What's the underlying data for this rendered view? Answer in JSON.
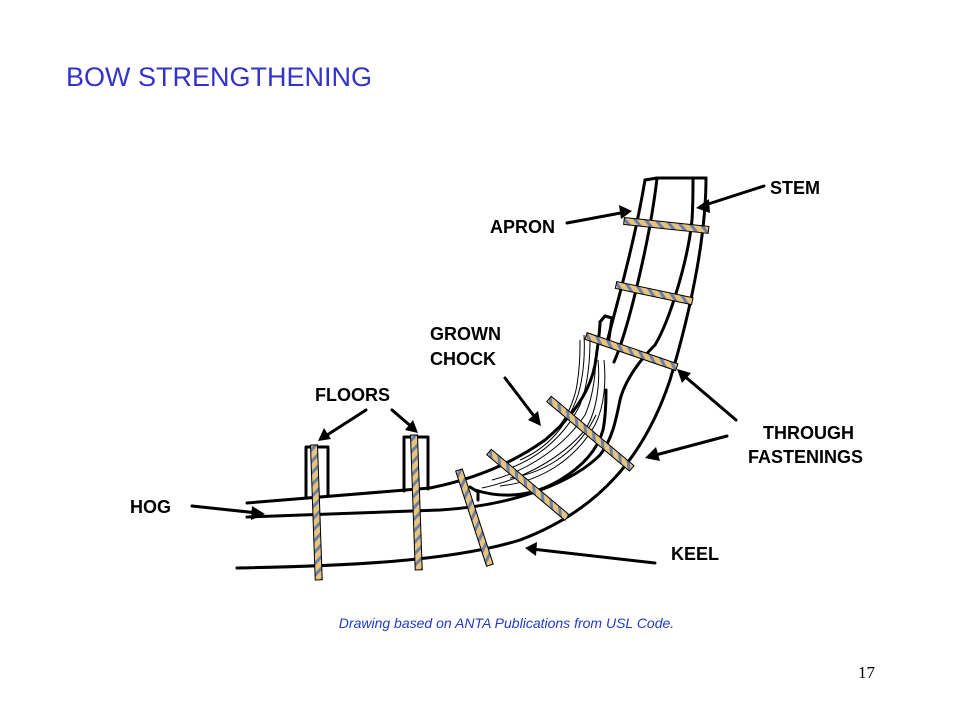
{
  "title": "BOW STRENGTHENING",
  "labels": {
    "stem": "STEM",
    "apron": "APRON",
    "grown_chock_line1": "GROWN",
    "grown_chock_line2": "CHOCK",
    "floors": "FLOORS",
    "through_fastenings_line1": "THROUGH",
    "through_fastenings_line2": "FASTENINGS",
    "hog": "HOG",
    "keel": "KEEL"
  },
  "caption": "Drawing based on ANTA Publications from USL Code.",
  "page_number": "17",
  "colors": {
    "title": "#3333cc",
    "caption": "#1f3cc8",
    "fastening_light": "#e6c47a",
    "fastening_dark": "#6f7fa8",
    "line": "#000000"
  }
}
